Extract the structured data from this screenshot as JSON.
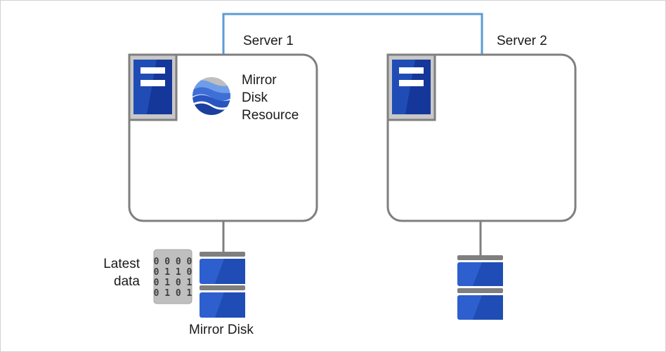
{
  "servers": [
    {
      "label": "Server 1"
    },
    {
      "label": "Server 2"
    }
  ],
  "resource": {
    "line1": "Mirror",
    "line2": "Disk",
    "line3": "Resource",
    "icon": "mirror-disk-resource-icon"
  },
  "latest_data": {
    "line1": "Latest",
    "line2": "data",
    "binary_rows": [
      "0 0 0 0",
      "0 1 1 0",
      "0 1 0 1",
      "0 1 0 1"
    ]
  },
  "mirror_disk": {
    "label": "Mirror Disk"
  },
  "colors": {
    "network_line": "#5b9bd5",
    "box_border": "#7f7f7f",
    "server_blue": "#1f4db5",
    "server_dark": "#15379a",
    "server_bg": "#c8c8c8",
    "disk_blue": "#2e5fcf",
    "disk_cap": "#7f7f7f",
    "data_card": "#bfbfbf"
  }
}
